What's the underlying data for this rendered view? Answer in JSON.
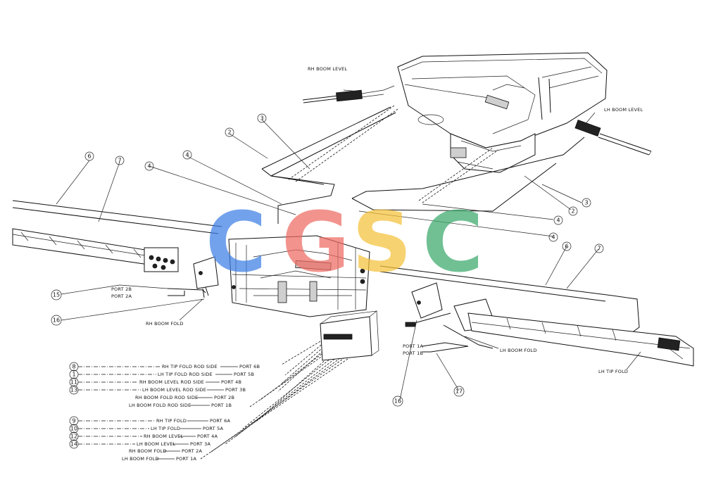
{
  "labels": {
    "rh_boom_level": "RH BOOM LEVEL",
    "lh_boom_level": "LH BOOM LEVEL",
    "rh_boom_fold": "RH BOOM FOLD",
    "lh_boom_fold": "LH BOOM FOLD",
    "lh_tip_fold": "LH TIP FOLD",
    "port_2b": "PORT 2B",
    "port_2a": "PORT 2A",
    "port_1a": "PORT 1A",
    "port_1b": "PORT 1B"
  },
  "callouts": {
    "c2a": "2",
    "c3a": "3",
    "c4a": "4",
    "c4b": "4",
    "c6a": "6",
    "c7a": "7",
    "c3b": "3",
    "c2b": "2",
    "c4c": "4",
    "c4d": "4",
    "c6b": "6",
    "c7b": "7",
    "c15": "15",
    "c16a": "16",
    "c16b": "16",
    "c17": "17"
  },
  "legend_rod": [
    {
      "num": "8",
      "name": "RH TIP FOLD ROD SIDE",
      "port": "PORT 6B"
    },
    {
      "num": "1",
      "name": "LH TIP FOLD ROD SIDE",
      "port": "PORT 5B"
    },
    {
      "num": "11",
      "name": "RH BOOM LEVEL ROD SIDE",
      "port": "PORT 4B"
    },
    {
      "num": "13",
      "name": "LH BOOM LEVEL ROD SIDE",
      "port": "PORT 3B"
    },
    {
      "num": "",
      "name": "RH BOOM FOLD ROD SIDE",
      "port": "PORT 2B"
    },
    {
      "num": "",
      "name": "LH BOOM FOLD ROD SIDE",
      "port": "PORT 1B"
    }
  ],
  "legend_base": [
    {
      "num": "9",
      "name": "RH TIP FOLD",
      "port": "PORT 6A"
    },
    {
      "num": "10",
      "name": "LH TIP FOLD",
      "port": "PORT 5A"
    },
    {
      "num": "12",
      "name": "RH BOOM LEVEL",
      "port": "PORT 4A"
    },
    {
      "num": "14",
      "name": "LH BOOM LEVEL",
      "port": "PORT 3A"
    },
    {
      "num": "",
      "name": "RH BOOM FOLD",
      "port": "PORT 2A"
    },
    {
      "num": "",
      "name": "LH BOOM FOLD",
      "port": "PORT 1A"
    }
  ],
  "watermark": {
    "letters": [
      "C",
      "G",
      "S",
      "C"
    ],
    "colors": [
      "#3d7fe6",
      "#ee6a62",
      "#f5c13a",
      "#3aa86b"
    ]
  }
}
